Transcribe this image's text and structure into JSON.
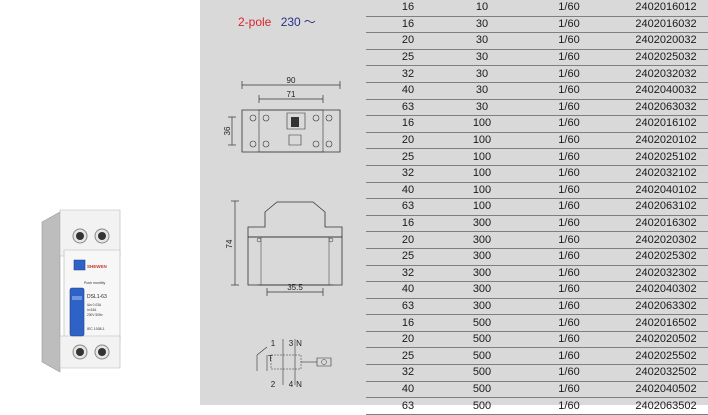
{
  "header": {
    "pole": "2-pole",
    "voltage": "230",
    "wave_symbol": "～"
  },
  "drawing": {
    "width_outer": "90",
    "width_inner": "71",
    "height_small": "36",
    "height_side": "74",
    "rail_width": "35.5",
    "terminals_top": [
      "1",
      "3",
      "N"
    ],
    "terminals_bottom": [
      "2",
      "4",
      "N"
    ],
    "test_label": "T"
  },
  "product": {
    "brand": "SHEWEN",
    "push_label": "Push monthly",
    "model": "DSL1-63",
    "specs": [
      "IΔn 0.03A",
      "In 63A",
      "230V 50Hz"
    ],
    "standard": "IEC 1008-1"
  },
  "colors": {
    "panel": "#d9d9d9",
    "pole_text": "#d9262c",
    "voltage_text": "#2b2f86",
    "device_blue": "#2f62c6"
  },
  "table": {
    "rows": [
      [
        "16",
        "10",
        "1/60",
        "2402016012"
      ],
      [
        "16",
        "30",
        "1/60",
        "2402016032"
      ],
      [
        "20",
        "30",
        "1/60",
        "2402020032"
      ],
      [
        "25",
        "30",
        "1/60",
        "2402025032"
      ],
      [
        "32",
        "30",
        "1/60",
        "2402032032"
      ],
      [
        "40",
        "30",
        "1/60",
        "2402040032"
      ],
      [
        "63",
        "30",
        "1/60",
        "2402063032"
      ],
      [
        "16",
        "100",
        "1/60",
        "2402016102"
      ],
      [
        "20",
        "100",
        "1/60",
        "2402020102"
      ],
      [
        "25",
        "100",
        "1/60",
        "2402025102"
      ],
      [
        "32",
        "100",
        "1/60",
        "2402032102"
      ],
      [
        "40",
        "100",
        "1/60",
        "2402040102"
      ],
      [
        "63",
        "100",
        "1/60",
        "2402063102"
      ],
      [
        "16",
        "300",
        "1/60",
        "2402016302"
      ],
      [
        "20",
        "300",
        "1/60",
        "2402020302"
      ],
      [
        "25",
        "300",
        "1/60",
        "2402025302"
      ],
      [
        "32",
        "300",
        "1/60",
        "2402032302"
      ],
      [
        "40",
        "300",
        "1/60",
        "2402040302"
      ],
      [
        "63",
        "300",
        "1/60",
        "2402063302"
      ],
      [
        "16",
        "500",
        "1/60",
        "2402016502"
      ],
      [
        "20",
        "500",
        "1/60",
        "2402020502"
      ],
      [
        "25",
        "500",
        "1/60",
        "2402025502"
      ],
      [
        "32",
        "500",
        "1/60",
        "2402032502"
      ],
      [
        "40",
        "500",
        "1/60",
        "2402040502"
      ],
      [
        "63",
        "500",
        "1/60",
        "2402063502"
      ]
    ]
  }
}
